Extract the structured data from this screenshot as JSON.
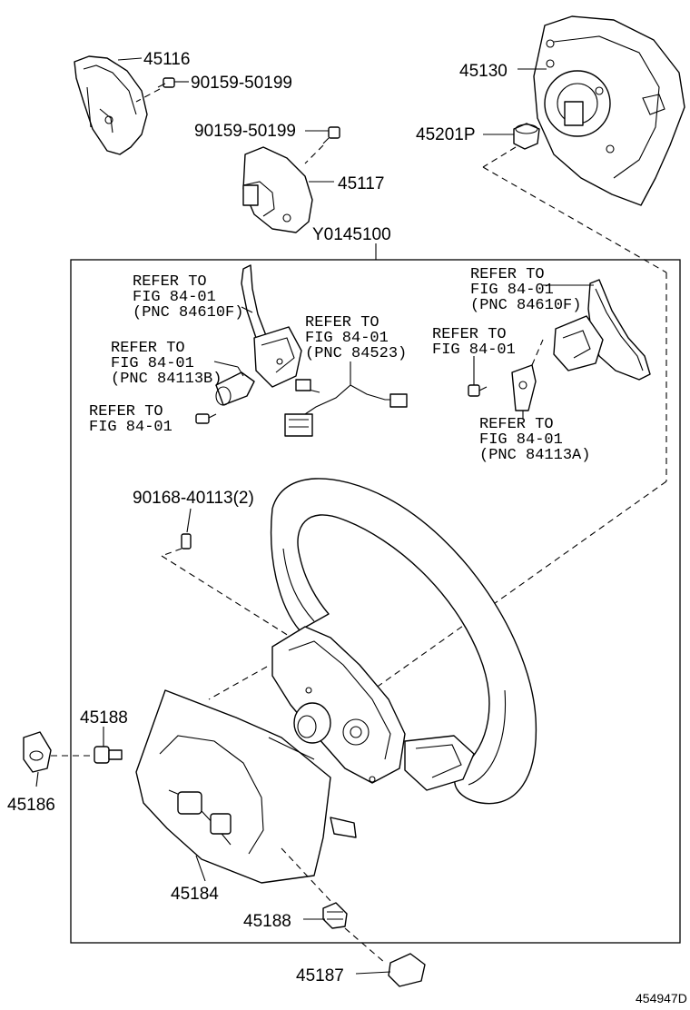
{
  "parts": {
    "p45116": "45116",
    "p90159_a": "90159-50199",
    "p90159_b": "90159-50199",
    "p45117": "45117",
    "p45130": "45130",
    "p45201P": "45201P",
    "pY0145100": "Y0145100",
    "p90168": "90168-40113(2)",
    "p45188_a": "45188",
    "p45186": "45186",
    "p45184": "45184",
    "p45188_b": "45188",
    "p45187": "45187"
  },
  "refer_notes": {
    "paddle_left": [
      "REFER TO",
      "FIG 84-01",
      "(PNC 84610F)"
    ],
    "harness": [
      "REFER TO",
      "FIG 84-01",
      "(PNC 84523)"
    ],
    "bracket_left": [
      "REFER TO",
      "FIG 84-01",
      "(PNC 84113B)"
    ],
    "screw_left": [
      "REFER TO",
      "FIG 84-01"
    ],
    "paddle_right": [
      "REFER TO",
      "FIG 84-01",
      "(PNC 84610F)"
    ],
    "screw_right": [
      "REFER TO",
      "FIG 84-01"
    ],
    "bracket_right": [
      "REFER TO",
      "FIG 84-01",
      "(PNC 84113A)"
    ]
  },
  "diagram_id": "454947D"
}
